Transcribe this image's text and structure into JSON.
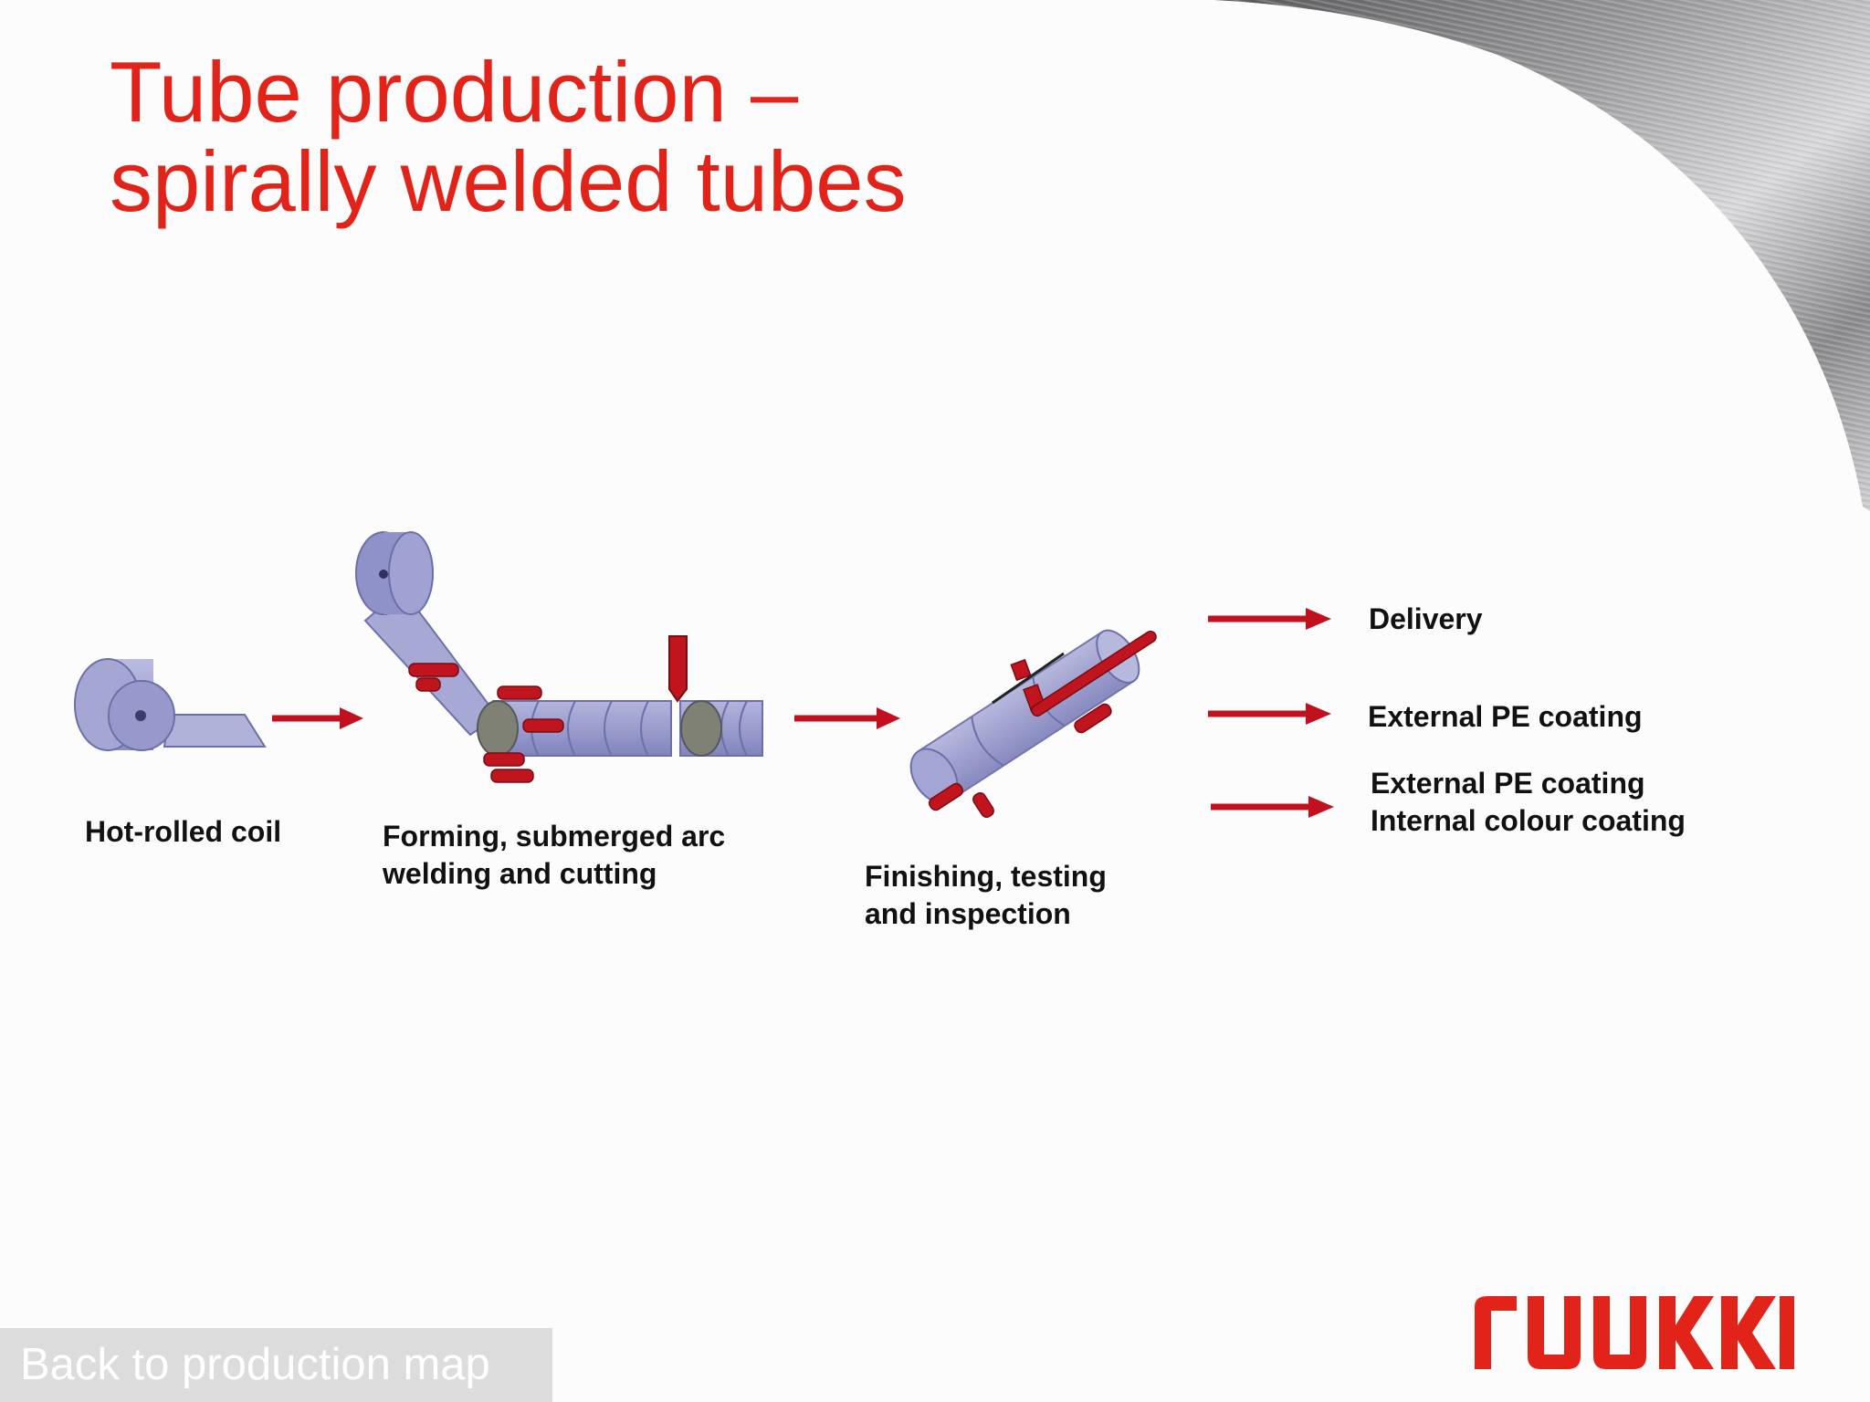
{
  "slide": {
    "title_line1": "Tube production –",
    "title_line2": "spirally welded tubes"
  },
  "steps": [
    {
      "label_line1": "Hot-rolled coil",
      "icon": "hot-rolled-coil-icon"
    },
    {
      "label_line1": "Forming, submerged arc",
      "label_line2": "welding and cutting",
      "icon": "forming-welding-cutting-icon"
    },
    {
      "label_line1": "Finishing, testing",
      "label_line2": "and inspection",
      "icon": "finishing-testing-icon"
    }
  ],
  "outputs": [
    {
      "line1": "Delivery"
    },
    {
      "line1": "External PE coating"
    },
    {
      "line1": "External PE coating",
      "line2": "Internal colour coating"
    }
  ],
  "navigation": {
    "back_label": "Back to production map"
  },
  "brand": {
    "logo_text": "RUUKKI"
  },
  "colors": {
    "title": "#e2231a",
    "arrow": "#c3101e",
    "machine_part": "#c0141e",
    "steel_fill": "#9da0d0",
    "logo": "#e2231a",
    "back_button_bg": "#dcdcdc"
  }
}
